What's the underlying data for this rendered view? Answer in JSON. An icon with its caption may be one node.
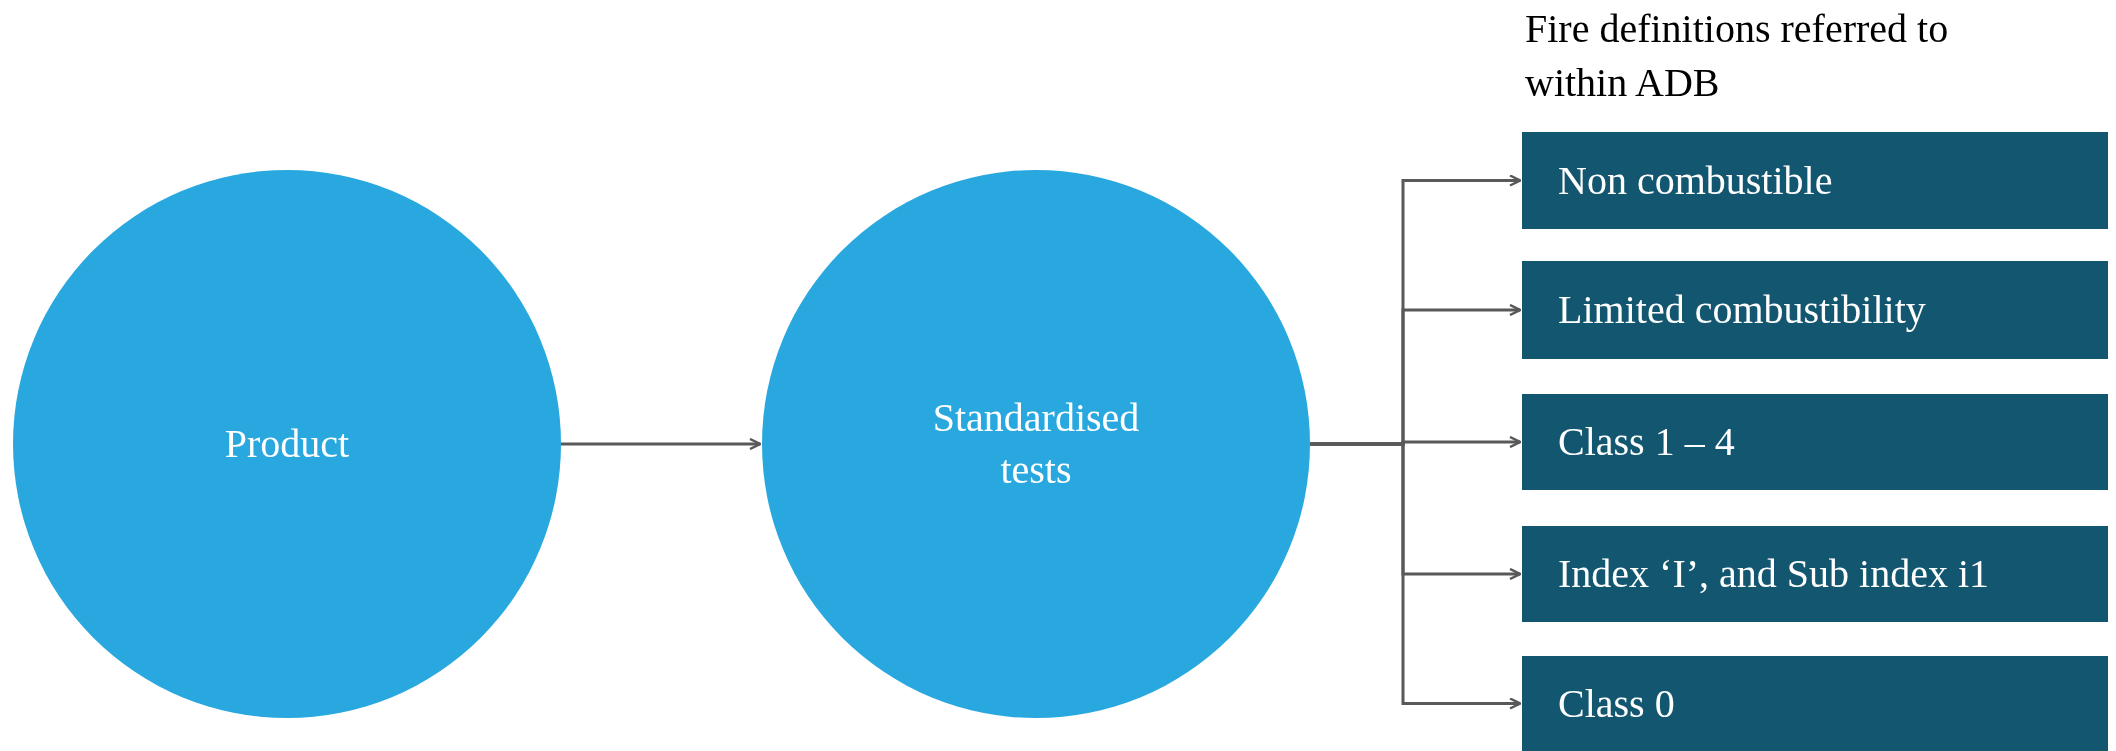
{
  "diagram": {
    "nodes": [
      {
        "text": [
          "Product"
        ]
      },
      {
        "text": [
          "Standardised tests"
        ]
      },
      {
        "text": [
          "Non combustible"
        ]
      },
      {
        "text": [
          "Limited combustibility"
        ]
      },
      {
        "text": [
          "Class 1 – 4"
        ]
      },
      {
        "text": [
          "Index ‘I’, and Sub index i1"
        ]
      },
      {
        "text": [
          "Class 0"
        ]
      }
    ],
    "edges": [
      {
        "from": 0,
        "to": 1,
        "arrow": "to"
      },
      {
        "from": 1,
        "to": 2,
        "arrow": "to"
      },
      {
        "from": 1,
        "to": 3,
        "arrow": "to"
      },
      {
        "from": 1,
        "to": 4,
        "arrow": "to"
      },
      {
        "from": 1,
        "to": 5,
        "arrow": "to"
      },
      {
        "from": 1,
        "to": 6,
        "arrow": "to"
      }
    ],
    "labels": [
      "Fire definitions referred to within ADB"
    ]
  }
}
